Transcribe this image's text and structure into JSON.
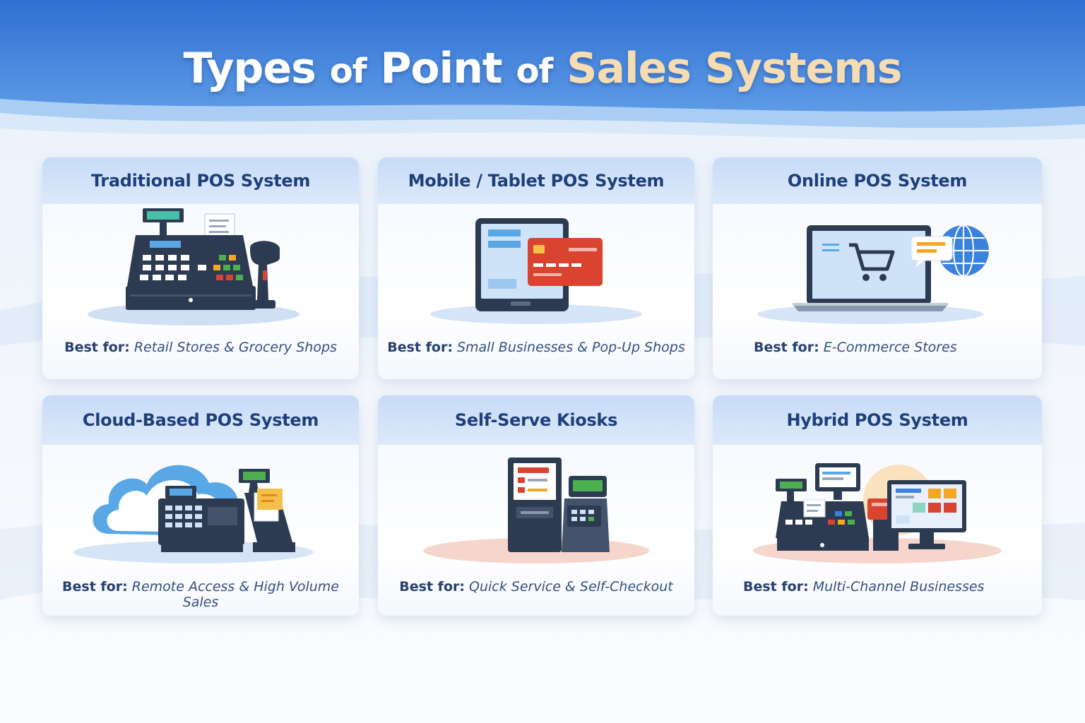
{
  "title": {
    "words": [
      {
        "text": "Types",
        "style": "big"
      },
      {
        "text": "of",
        "style": "small"
      },
      {
        "text": "Point",
        "style": "big"
      },
      {
        "text": "of",
        "style": "small"
      },
      {
        "text": "Sales",
        "style": "gold"
      },
      {
        "text": "Systems",
        "style": "gold"
      }
    ]
  },
  "colors": {
    "header_blue": "#3f82dc",
    "title_gold": "#f6dcb2",
    "card_head": "#c7dbf7",
    "card_title": "#1e3f7a",
    "device_dark": "#2d3b52",
    "screen_blue": "#cfe3f8",
    "card_red": "#d9432f",
    "accent_orange": "#f5a623",
    "accent_green": "#4caf50"
  },
  "cards": [
    {
      "title": "Traditional POS System",
      "best_label": "Best for:",
      "best_value": "Retail Stores & Grocery Shops",
      "icon": "cash-register-icon"
    },
    {
      "title": "Mobile / Tablet POS System",
      "best_label": "Best for:",
      "best_value": "Small Businesses & Pop-Up Shops",
      "icon": "tablet-card-icon"
    },
    {
      "title": "Online POS System",
      "best_label": "Best for:",
      "best_value": "E-Commerce Stores",
      "icon": "laptop-cart-globe-icon"
    },
    {
      "title": "Cloud-Based POS System",
      "best_label": "Best for:",
      "best_value": "Remote Access & High Volume Sales",
      "icon": "cloud-register-icon"
    },
    {
      "title": "Self-Serve Kiosks",
      "best_label": "Best for:",
      "best_value": "Quick Service & Self-Checkout",
      "icon": "kiosk-icon"
    },
    {
      "title": "Hybrid POS System",
      "best_label": "Best for:",
      "best_value": "Multi-Channel Businesses",
      "icon": "hybrid-pos-icon"
    }
  ]
}
